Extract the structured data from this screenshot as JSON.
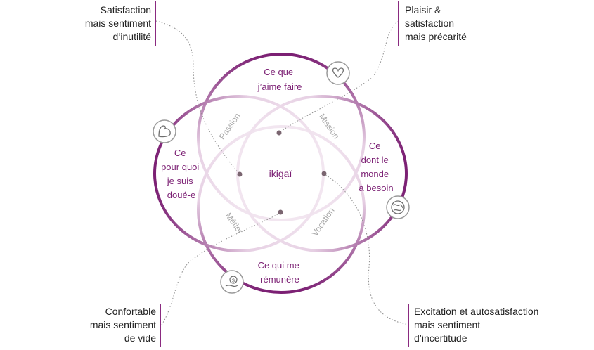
{
  "circles": {
    "top": {
      "lines": [
        "Ce que",
        "j’aime faire"
      ],
      "icon": "heart-icon"
    },
    "left": {
      "lines": [
        "Ce",
        "pour quoi",
        "je suis",
        "doué-e"
      ],
      "icon": "flexed-arm-icon"
    },
    "right": {
      "lines": [
        "Ce",
        "dont le",
        "monde",
        "a besoin"
      ],
      "icon": "earth-icon"
    },
    "bottom": {
      "lines": [
        "Ce qui me",
        "rémunère"
      ],
      "icon": "money-hand-icon"
    }
  },
  "center_label": "ikigaï",
  "zones": {
    "passion": "Passion",
    "mission": "Mission",
    "metier": "Métier",
    "vocation": "Vocation"
  },
  "callouts": {
    "top_left": {
      "lines": [
        "Satisfaction",
        "mais sentiment",
        "d’inutilité"
      ]
    },
    "top_right": {
      "lines": [
        "Plaisir &",
        "satisfaction",
        "mais précarité"
      ]
    },
    "bottom_left": {
      "lines": [
        "Confortable",
        "mais sentiment",
        "de vide"
      ]
    },
    "bottom_right": {
      "lines": [
        "Excitation et autosatisfaction",
        "mais sentiment",
        "d’incertitude"
      ]
    }
  },
  "colors": {
    "accent": "#7b1f73",
    "ring_light": "#e6cfe3",
    "zone_text": "#a8a8a8",
    "dot": "#7a6570",
    "leader": "#8c8c8c"
  }
}
